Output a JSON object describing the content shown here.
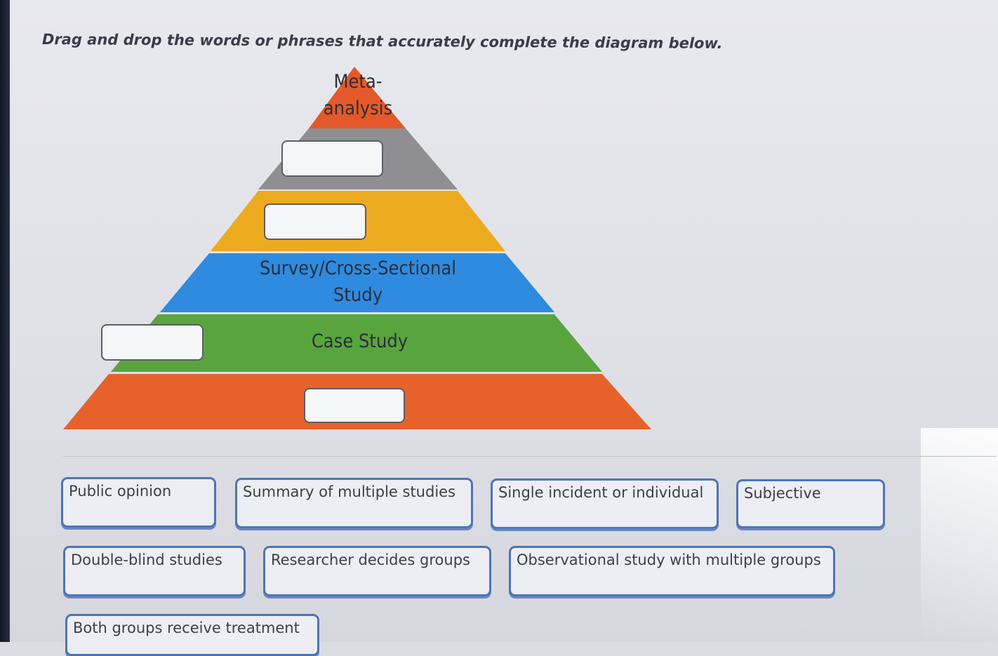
{
  "instruction": "Drag and drop the words or phrases that accurately complete the diagram below.",
  "pyramid": {
    "layers": [
      {
        "label": "Meta-\nanalysis",
        "color": "#e5582a",
        "drop_target": false
      },
      {
        "label": "",
        "color": "#8f8f93",
        "drop_target": true
      },
      {
        "label": "",
        "color": "#ecab1f",
        "drop_target": true
      },
      {
        "label": "Survey/Cross-Sectional\nStudy",
        "color": "#2e8be0",
        "drop_target": false
      },
      {
        "label": "Case Study",
        "color": "#58a53e",
        "drop_target": true
      },
      {
        "label": "",
        "color": "#e6622a",
        "drop_target": true
      }
    ]
  },
  "word_bank": [
    "Public opinion",
    "Summary of multiple studies",
    "Single incident or individual",
    "Subjective",
    "Double-blind studies",
    "Researcher decides groups",
    "Observational study with multiple groups",
    "Both groups receive treatment"
  ]
}
